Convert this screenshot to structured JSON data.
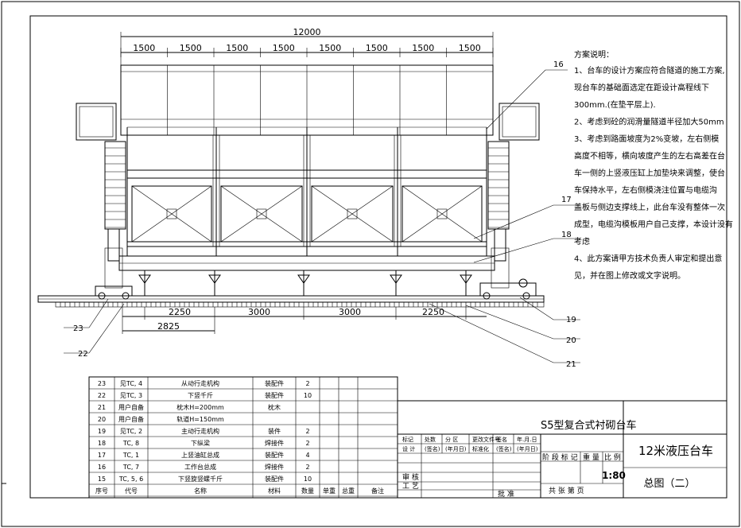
{
  "dimensions": {
    "overall": "12000",
    "spans": [
      "1500",
      "1500",
      "1500",
      "1500",
      "1500",
      "1500",
      "1500",
      "1500"
    ],
    "bottom": [
      "2250",
      "3000",
      "3000",
      "2250"
    ],
    "left": "2825"
  },
  "callouts": [
    "16",
    "17",
    "18",
    "19",
    "20",
    "21",
    "22",
    "23"
  ],
  "notes": {
    "title": "方案说明：",
    "lines": [
      "1、台车的设计方案应符合隧道的施工方案,",
      "现台车的基础面选定在距设计高程线下",
      "300mm.(在垫平层上).",
      "2、考虑到砼的润滑量隧道半径加大50mm",
      "3、考虑到路面坡度为2%变坡，左右侧模",
      "高度不相等，横向坡度产生的左右高差在台",
      "车一侧的上竖液压缸上加垫块来调整，使台",
      "车保持水平，左右侧模浇注位置与电缆沟",
      "盖板与侧边支撑线上，此台车没有整体一次",
      "成型，电缆沟模板用户自己支撑，本设计没有",
      "考虑",
      "4、此方案请甲方技术负责人审定和提出意",
      "见，并在图上修改或文字说明。"
    ]
  },
  "bom": {
    "headers": [
      "序号",
      "代号",
      "名称",
      "材料",
      "数量",
      "单重",
      "总重",
      "备注"
    ],
    "rows": [
      [
        "23",
        "见TC, 4",
        "从动行走机构",
        "装配件",
        "2",
        "",
        "",
        ""
      ],
      [
        "22",
        "见TC, 3",
        "下竖千斤",
        "装配件",
        "10",
        "",
        "",
        ""
      ],
      [
        "21",
        "用户自备",
        "枕木H=200mm",
        "枕木",
        "",
        "",
        "",
        ""
      ],
      [
        "20",
        "用户自备",
        "轨道H=150mm",
        "",
        "",
        "",
        "",
        ""
      ],
      [
        "19",
        "见TC, 2",
        "主动行走机构",
        "装件",
        "2",
        "",
        "",
        ""
      ],
      [
        "18",
        "TC, 8",
        "下纵梁",
        "焊接件",
        "2",
        "",
        "",
        ""
      ],
      [
        "17",
        "TC, 1",
        "上竖油缸总成",
        "装配件",
        "4",
        "",
        "",
        ""
      ],
      [
        "16",
        "TC, 7",
        "工作台总成",
        "焊接件",
        "2",
        "",
        "",
        ""
      ],
      [
        "15",
        "TC, 5, 6",
        "下竖旋竖螺千斤",
        "装配件",
        "10",
        "",
        "",
        ""
      ]
    ]
  },
  "title_block": {
    "product": "S5型复合式衬砌台车",
    "name": "12米液压台车",
    "drawing": "总图（二）",
    "scale": "1:80",
    "sign_row1": [
      "标记",
      "处数",
      "分 区",
      "更改文件号",
      "签名",
      "年.月.日"
    ],
    "sign_row2": [
      "设 计",
      "(签名)",
      "(年月日)",
      "标准化",
      "(签名)",
      "(年月日)"
    ],
    "stage_headers": [
      "阶 段 标 记",
      "重 量",
      "比 例"
    ],
    "review": "审 核",
    "craft": "工 艺",
    "approve": "批 准",
    "sheets": "共    张    第    页"
  }
}
